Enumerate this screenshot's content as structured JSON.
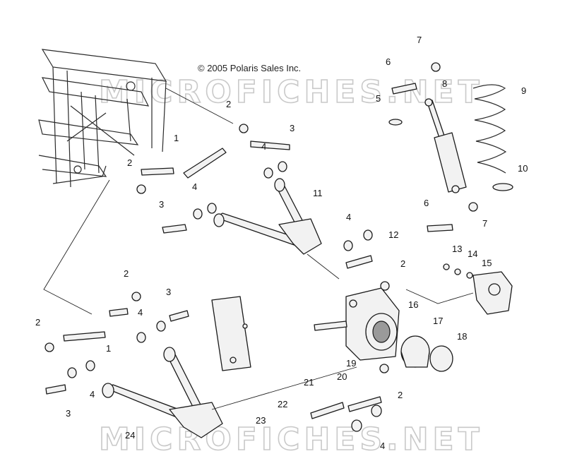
{
  "copyright": "© 2005 Polaris Sales Inc.",
  "watermarks": [
    "MICROFICHES.NET",
    "MICROFICHES.NET"
  ],
  "callouts": [
    "1",
    "1",
    "2",
    "2",
    "2",
    "2",
    "2",
    "2",
    "3",
    "3",
    "3",
    "3",
    "4",
    "4",
    "4",
    "4",
    "4",
    "4",
    "5",
    "6",
    "6",
    "7",
    "7",
    "8",
    "9",
    "10",
    "11",
    "12",
    "13",
    "14",
    "15",
    "16",
    "17",
    "18",
    "19",
    "20",
    "21",
    "22",
    "23",
    "24"
  ]
}
